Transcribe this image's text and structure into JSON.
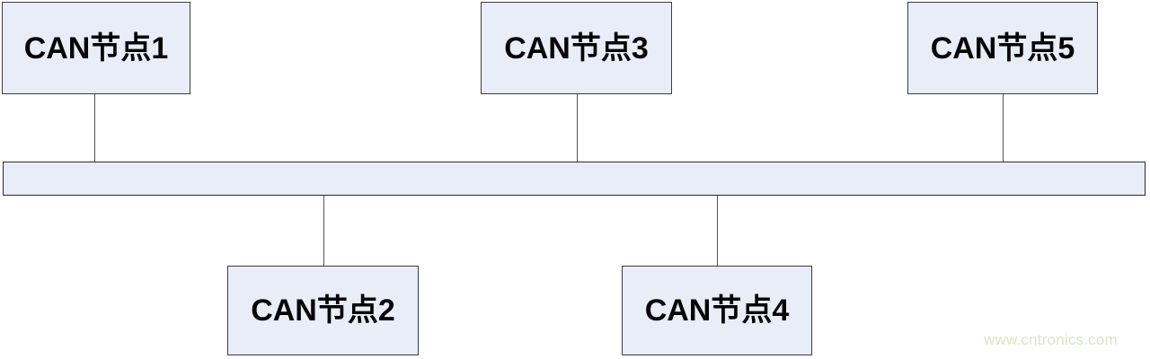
{
  "diagram": {
    "type": "can-bus-topology",
    "background_color": "#ffffff",
    "node_fill_color": "#e8edf7",
    "node_border_color": "#3b3b44",
    "connector_color": "#54545c",
    "label_color": "#050505",
    "nodes": [
      {
        "id": "node-1",
        "label": "CAN节点1",
        "position": "top"
      },
      {
        "id": "node-2",
        "label": "CAN节点2",
        "position": "bottom"
      },
      {
        "id": "node-3",
        "label": "CAN节点3",
        "position": "top"
      },
      {
        "id": "node-4",
        "label": "CAN节点4",
        "position": "bottom"
      },
      {
        "id": "node-5",
        "label": "CAN节点5",
        "position": "top"
      }
    ],
    "bus": {
      "label": "",
      "orientation": "horizontal"
    },
    "watermark": {
      "text": "www.cntronics.com",
      "color": "#d7e7c6"
    }
  }
}
